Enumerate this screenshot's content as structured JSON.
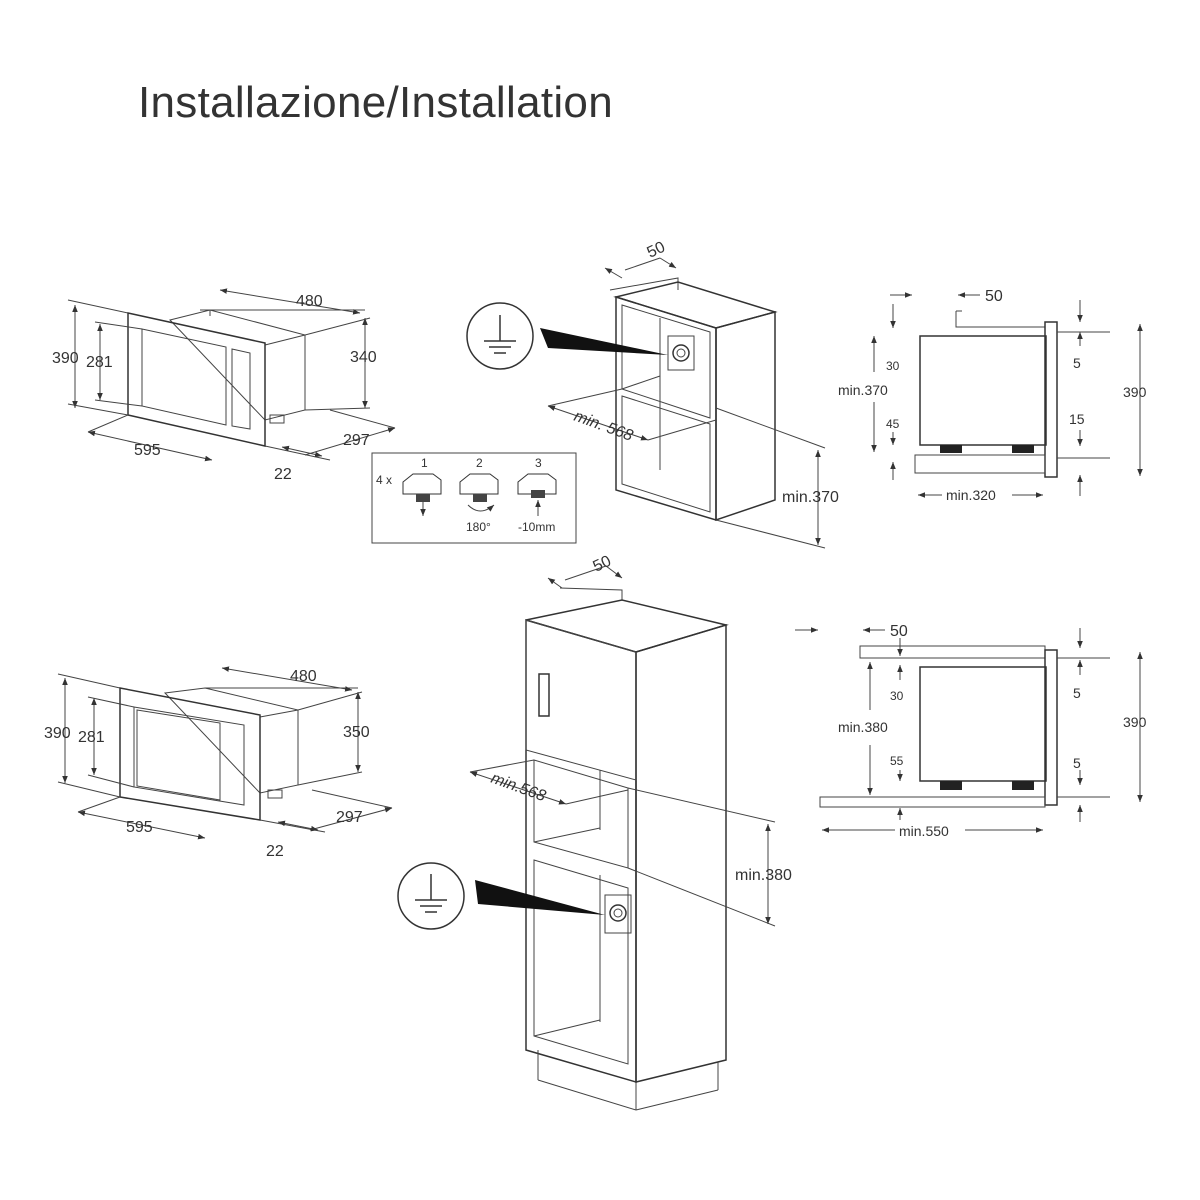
{
  "title": "Installazione/Installation",
  "oven_top": {
    "width": "595",
    "height": "390",
    "inner_height": "281",
    "depth": "480",
    "side_height": "340",
    "front_depth": "297",
    "frame": "22"
  },
  "oven_bottom": {
    "width": "595",
    "height": "390",
    "inner_height": "281",
    "depth": "480",
    "side_height": "350",
    "front_depth": "297",
    "frame": "22"
  },
  "feet_steps": {
    "count": "4 x",
    "steps": [
      "1",
      "2",
      "3"
    ],
    "rotation": "180°",
    "adjust": "-10mm"
  },
  "cabinet_top": {
    "gap": "50",
    "width": "min. 568",
    "height": "min.370"
  },
  "cabinet_tall": {
    "gap": "50",
    "width": "min.568",
    "height": "min.380"
  },
  "side_top": {
    "gap": "50",
    "d30": "30",
    "height": "min.370",
    "d45": "45",
    "d5": "5",
    "d15": "15",
    "total": "390",
    "depth": "min.320"
  },
  "side_bottom": {
    "gap": "50",
    "d30": "30",
    "height": "min.380",
    "d55": "55",
    "d5a": "5",
    "d5b": "5",
    "total": "390",
    "depth": "min.550"
  }
}
